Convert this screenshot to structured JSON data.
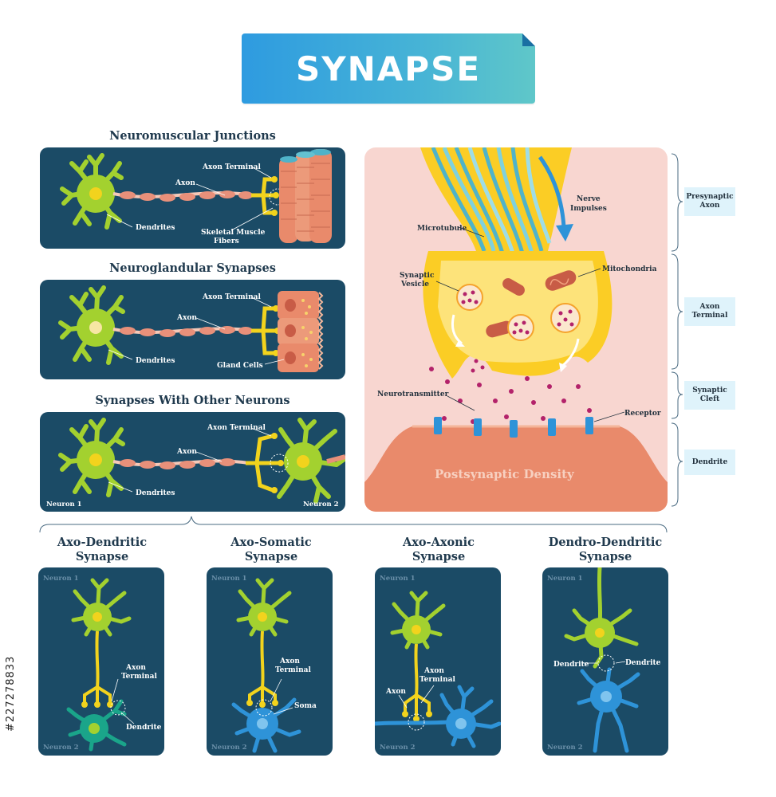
{
  "title": "SYNAPSE",
  "sections": {
    "neuromuscular": {
      "title": "Neuromuscular Junctions",
      "labels": [
        "Axon Terminal",
        "Axon",
        "Dendrites",
        "Skeletal Muscle",
        "Fibers"
      ]
    },
    "neuroglandular": {
      "title": "Neuroglandular Synapses",
      "labels": [
        "Axon Terminal",
        "Axon",
        "Dendrites",
        "Gland Cells"
      ]
    },
    "other_neurons": {
      "title": "Synapses With Other Neurons",
      "labels": [
        "Axon Terminal",
        "Axon",
        "Dendrites",
        "Neuron 1",
        "Neuron 2"
      ]
    }
  },
  "detail": {
    "labels": {
      "nerve_impulses": [
        "Nerve",
        "Impulses"
      ],
      "microtubule": "Microtubule",
      "mitochondria": "Mitochondria",
      "synaptic_vesicle": [
        "Synaptic",
        "Vesicle"
      ],
      "neurotransmitter": "Neurotransmitter",
      "receptor": "Receptor",
      "postsynaptic_density": "Postsynaptic Density"
    },
    "side_tags": [
      [
        "Presynaptic",
        "Axon"
      ],
      [
        "Axon",
        "Terminal"
      ],
      [
        "Synaptic",
        "Cleft"
      ],
      [
        "Dendrite"
      ]
    ]
  },
  "types": [
    {
      "title": [
        "Axo-Dendritic",
        "Synapse"
      ],
      "labels": [
        "Axon",
        "Terminal",
        "Dendrite"
      ],
      "n1": "Neuron 1",
      "n2": "Neuron 2"
    },
    {
      "title": [
        "Axo-Somatic",
        "Synapse"
      ],
      "labels": [
        "Axon",
        "Terminal",
        "Soma"
      ],
      "n1": "Neuron 1",
      "n2": "Neuron 2"
    },
    {
      "title": [
        "Axo-Axonic",
        "Synapse"
      ],
      "labels": [
        "Axon",
        "Terminal",
        "Axon"
      ],
      "n1": "Neuron 1",
      "n2": "Neuron 2"
    },
    {
      "title": [
        "Dendro-Dendritic",
        "Synapse"
      ],
      "labels": [
        "Dendrite",
        "Dendrite"
      ],
      "n1": "Neuron 1",
      "n2": "Neuron 2"
    }
  ],
  "watermark": "#227278833",
  "colors": {
    "panel": "#1b4b66",
    "neuron_green": "#a3d12f",
    "neuron_yellow": "#f2d31d",
    "neuron_blue": "#2e93d8",
    "neuron_teal": "#1aa58a",
    "axon": "#e8907a",
    "muscle": "#e98a6b",
    "detail_bg": "#f8d6d0",
    "terminal": "#fbcd25"
  }
}
